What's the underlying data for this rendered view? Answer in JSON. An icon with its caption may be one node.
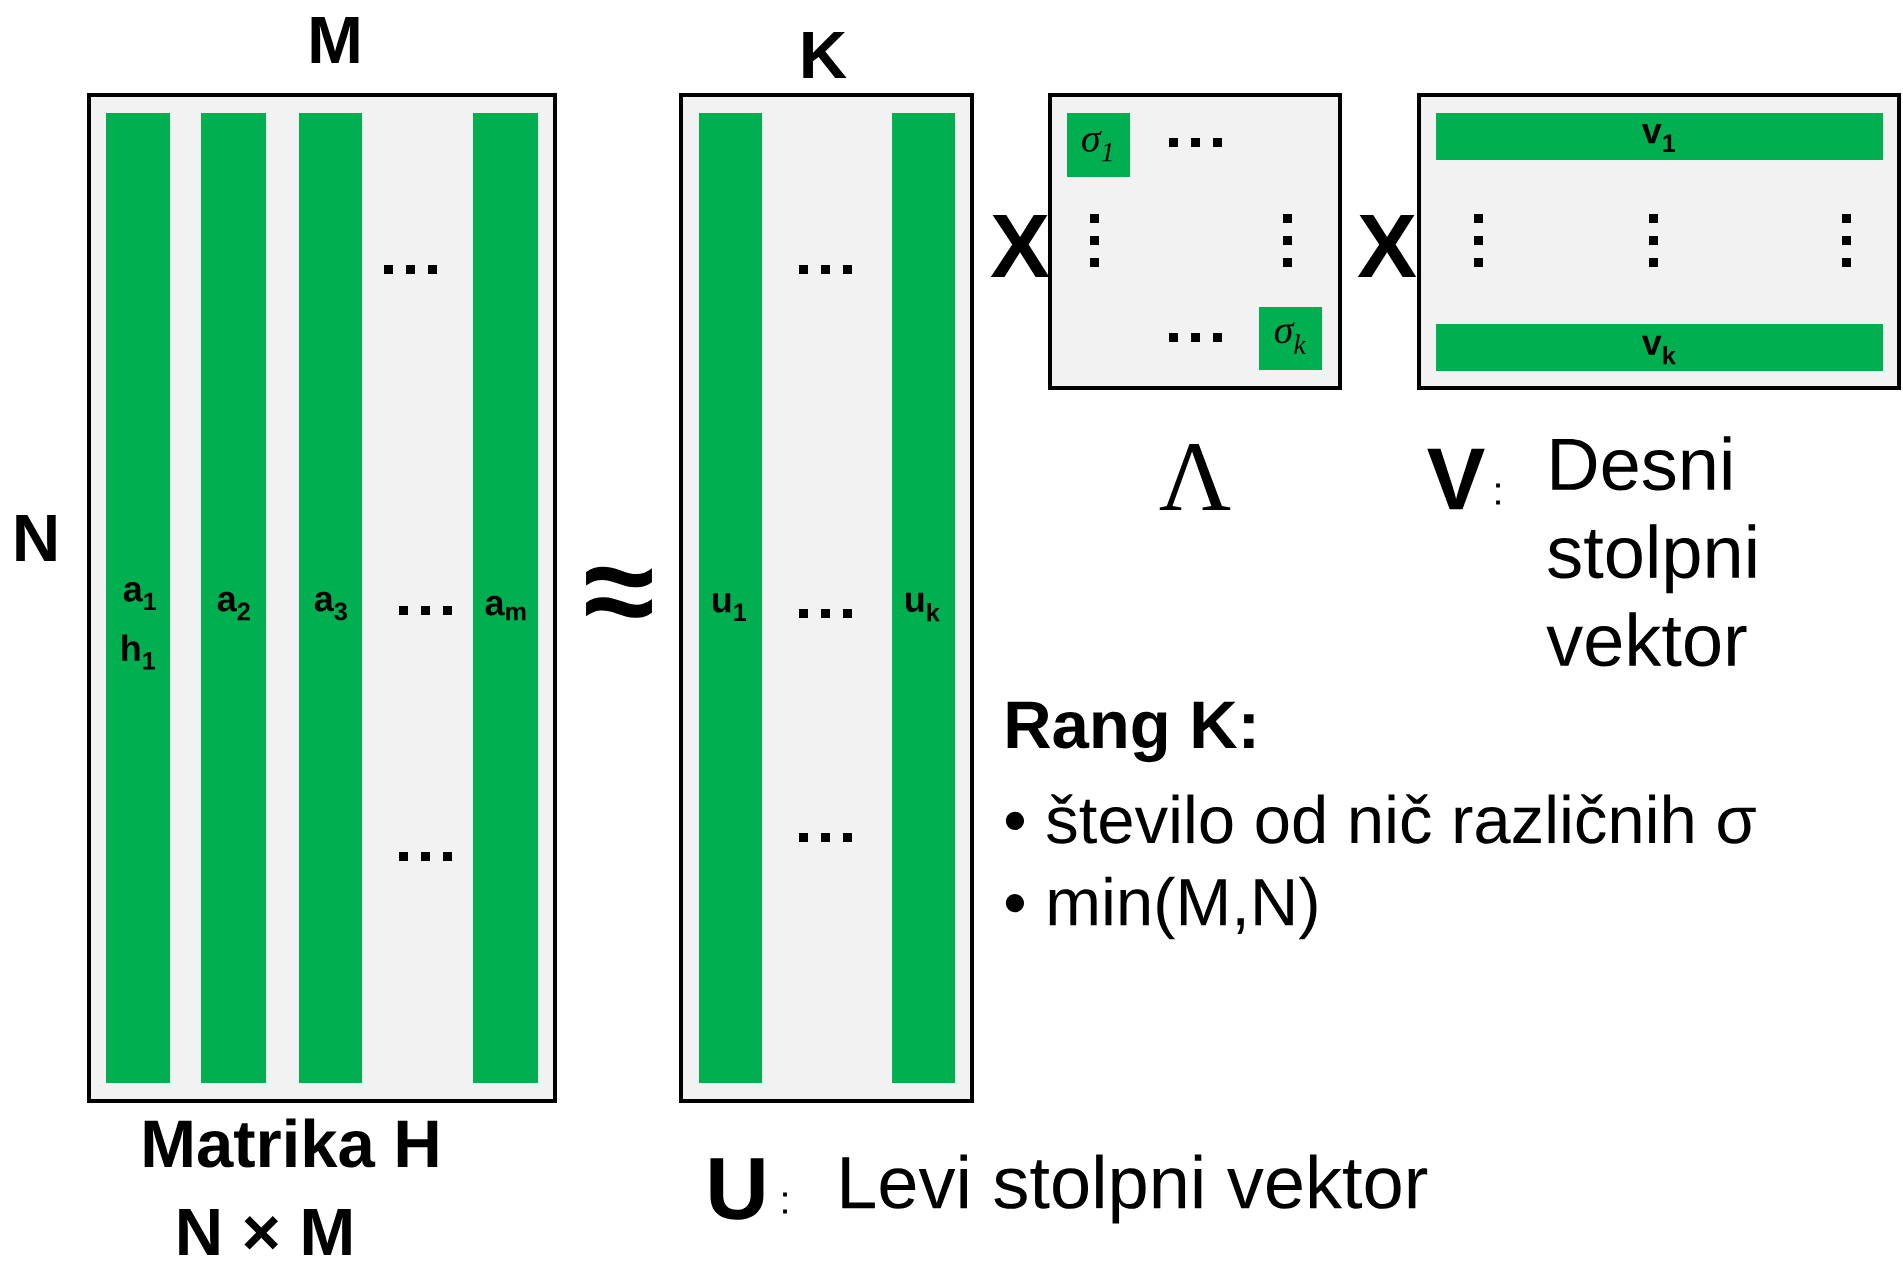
{
  "diagram": {
    "nodes": [
      {
        "text": [
          "M"
        ],
        "beside": [
          "N",
          "Matrika H",
          "N × M"
        ]
      },
      {
        "text": [
          "a$_{1}$",
          "h$_{1}$"
        ],
        "in": 0
      },
      {
        "text": [
          "a$_{2}$"
        ],
        "in": 0
      },
      {
        "text": [
          "a$_{3}$"
        ],
        "in": 0
      },
      {
        "text": [
          "a$_{m}$"
        ],
        "in": 0
      },
      {
        "text": [
          "K"
        ],
        "beside": [
          "U",
          ":",
          "Levi stolpni vektor"
        ]
      },
      {
        "text": [
          "u$_{1}$"
        ],
        "in": 5
      },
      {
        "text": [
          "u$_{k}$"
        ],
        "in": 5
      },
      {
        "text": [
          "Λ"
        ]
      },
      {
        "text": [
          "σ$_{1}$"
        ],
        "in": 8
      },
      {
        "text": [
          "σ$_{k}$"
        ],
        "in": 8
      },
      {
        "text": [
          "V"
        ],
        "beside": [
          ":",
          "Desni stolpni vektor"
        ]
      },
      {
        "text": [
          "v$_{1}$"
        ],
        "in": 11
      },
      {
        "text": [
          "v$_{k}$"
        ],
        "in": 11
      }
    ],
    "labels": [
      "≈",
      "X",
      "X",
      "Rang K:",
      "• število od nič različnih σ",
      "• min(M,N)"
    ]
  }
}
